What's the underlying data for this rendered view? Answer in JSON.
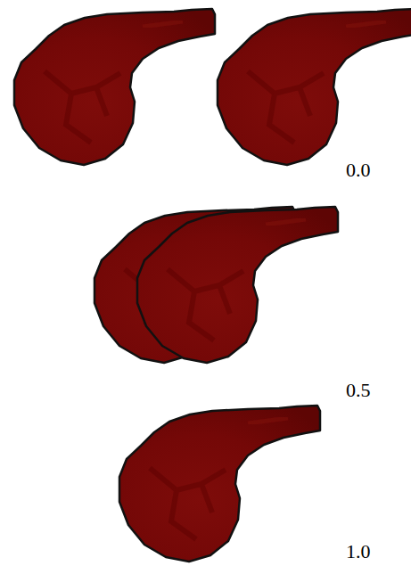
{
  "diagram": {
    "labels": [
      "0.0",
      "0.5",
      "1.0"
    ]
  }
}
